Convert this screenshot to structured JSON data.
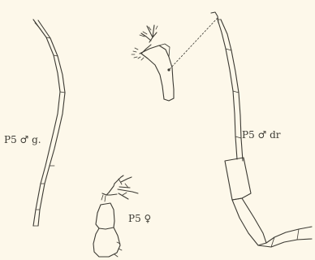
{
  "figure": {
    "labels": {
      "p5_male_left": "P5 ♂ g.",
      "p5_male_right": "P5 ♂ dr",
      "p5_female": "P5 ♀"
    }
  }
}
